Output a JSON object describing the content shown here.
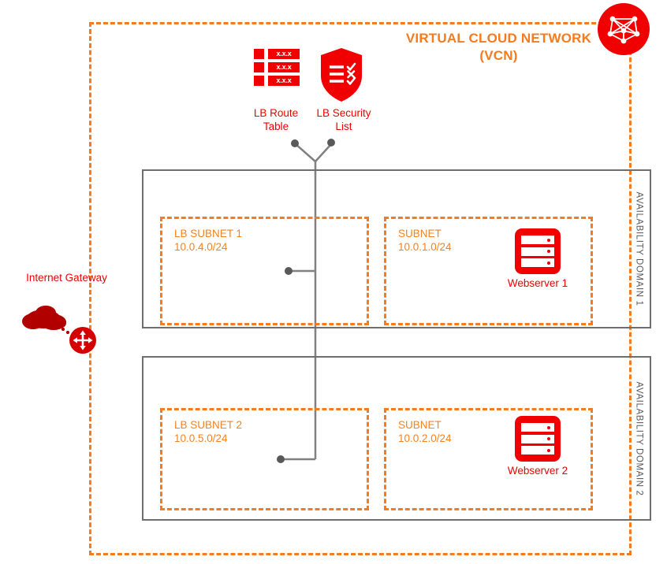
{
  "diagram": {
    "title": "VIRTUAL CLOUD NETWORK",
    "subtitle": "(VCN)",
    "colors": {
      "orange": "#f47b20",
      "orange_text": "#f4821f",
      "red": "#f00000",
      "dark_red": "#b00000",
      "gray_border": "#6e6e6e",
      "gray_line": "#808080",
      "gray_text": "#595959",
      "white": "#ffffff"
    }
  },
  "vcn_badge": {
    "icon": "network-mesh-icon"
  },
  "route_table": {
    "label_line1": "LB Route",
    "label_line2": "Table",
    "icon": "route-table-icon",
    "rows": [
      {
        "value": "x.x.x"
      },
      {
        "value": "x.x.x"
      },
      {
        "value": "x.x.x"
      }
    ]
  },
  "security_list": {
    "label_line1": "LB Security",
    "label_line2": "List",
    "icon": "shield-checklist-icon",
    "rules": [
      {
        "mark": "check"
      },
      {
        "mark": "cross"
      },
      {
        "mark": "check"
      }
    ]
  },
  "internet_gateway": {
    "label": "Internet Gateway",
    "cloud_icon": "cloud-icon",
    "gateway_icon": "four-way-arrows-icon"
  },
  "availability_domains": [
    {
      "label": "AVAILABILITY DOMAIN 1",
      "subnets": [
        {
          "name": "LB SUBNET 1",
          "cidr": "10.0.4.0/24",
          "kind": "lb"
        },
        {
          "name": "SUBNET",
          "cidr": "10.0.1.0/24",
          "kind": "compute",
          "instance": {
            "label": "Webserver 1",
            "icon": "server-icon"
          }
        }
      ]
    },
    {
      "label": "AVAILABILITY DOMAIN 2",
      "subnets": [
        {
          "name": "LB SUBNET 2",
          "cidr": "10.0.5.0/24",
          "kind": "lb"
        },
        {
          "name": "SUBNET",
          "cidr": "10.0.2.0/24",
          "kind": "compute",
          "instance": {
            "label": "Webserver 2",
            "icon": "server-icon"
          }
        }
      ]
    }
  ]
}
